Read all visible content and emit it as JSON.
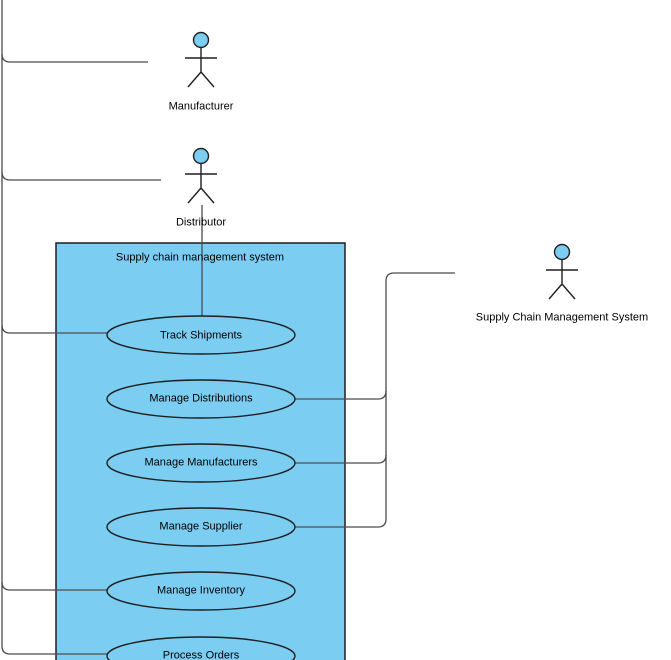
{
  "colors": {
    "shape_fill": "#7CCDF2",
    "shape_stroke": "#1F1F1F",
    "connector_stroke": "#4B4B4B",
    "canvas_background": "#FFFFFF"
  },
  "system_boundary": {
    "title": "Supply chain management system"
  },
  "actors": [
    {
      "label": "Manufacturer"
    },
    {
      "label": "Distributor"
    },
    {
      "label": "Supply Chain Management System"
    }
  ],
  "use_cases": [
    {
      "label": "Track Shipments"
    },
    {
      "label": "Manage Distributions"
    },
    {
      "label": "Manage Manufacturers"
    },
    {
      "label": "Manage Supplier"
    },
    {
      "label": "Manage Inventory"
    },
    {
      "label": "Process Orders"
    }
  ]
}
